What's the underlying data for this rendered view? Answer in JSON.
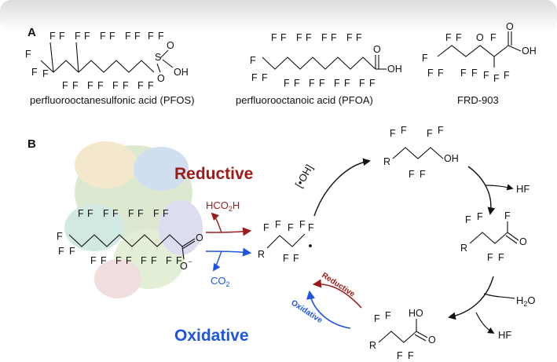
{
  "panel_a": {
    "label": "A",
    "pfos_name": "perfluorooctanesulfonic acid (PFOS)",
    "pfoa_name": "perfluorooctanoic acid (PFOA)",
    "frd_name": "FRD-903"
  },
  "panel_b": {
    "label": "B",
    "reductive_title": "Reductive",
    "oxidative_title": "Oxidative",
    "reductive_product": "HCO2H",
    "oxidative_product": "CO2",
    "oh_radical": "[•OH]",
    "hf_top": "HF",
    "hf_bottom": "HF",
    "water": "H2O",
    "reductive_small": "Reductive",
    "oxidative_small": "Oxidative",
    "colors": {
      "reductive": "#9b1b1b",
      "oxidative": "#1f55e0"
    }
  }
}
